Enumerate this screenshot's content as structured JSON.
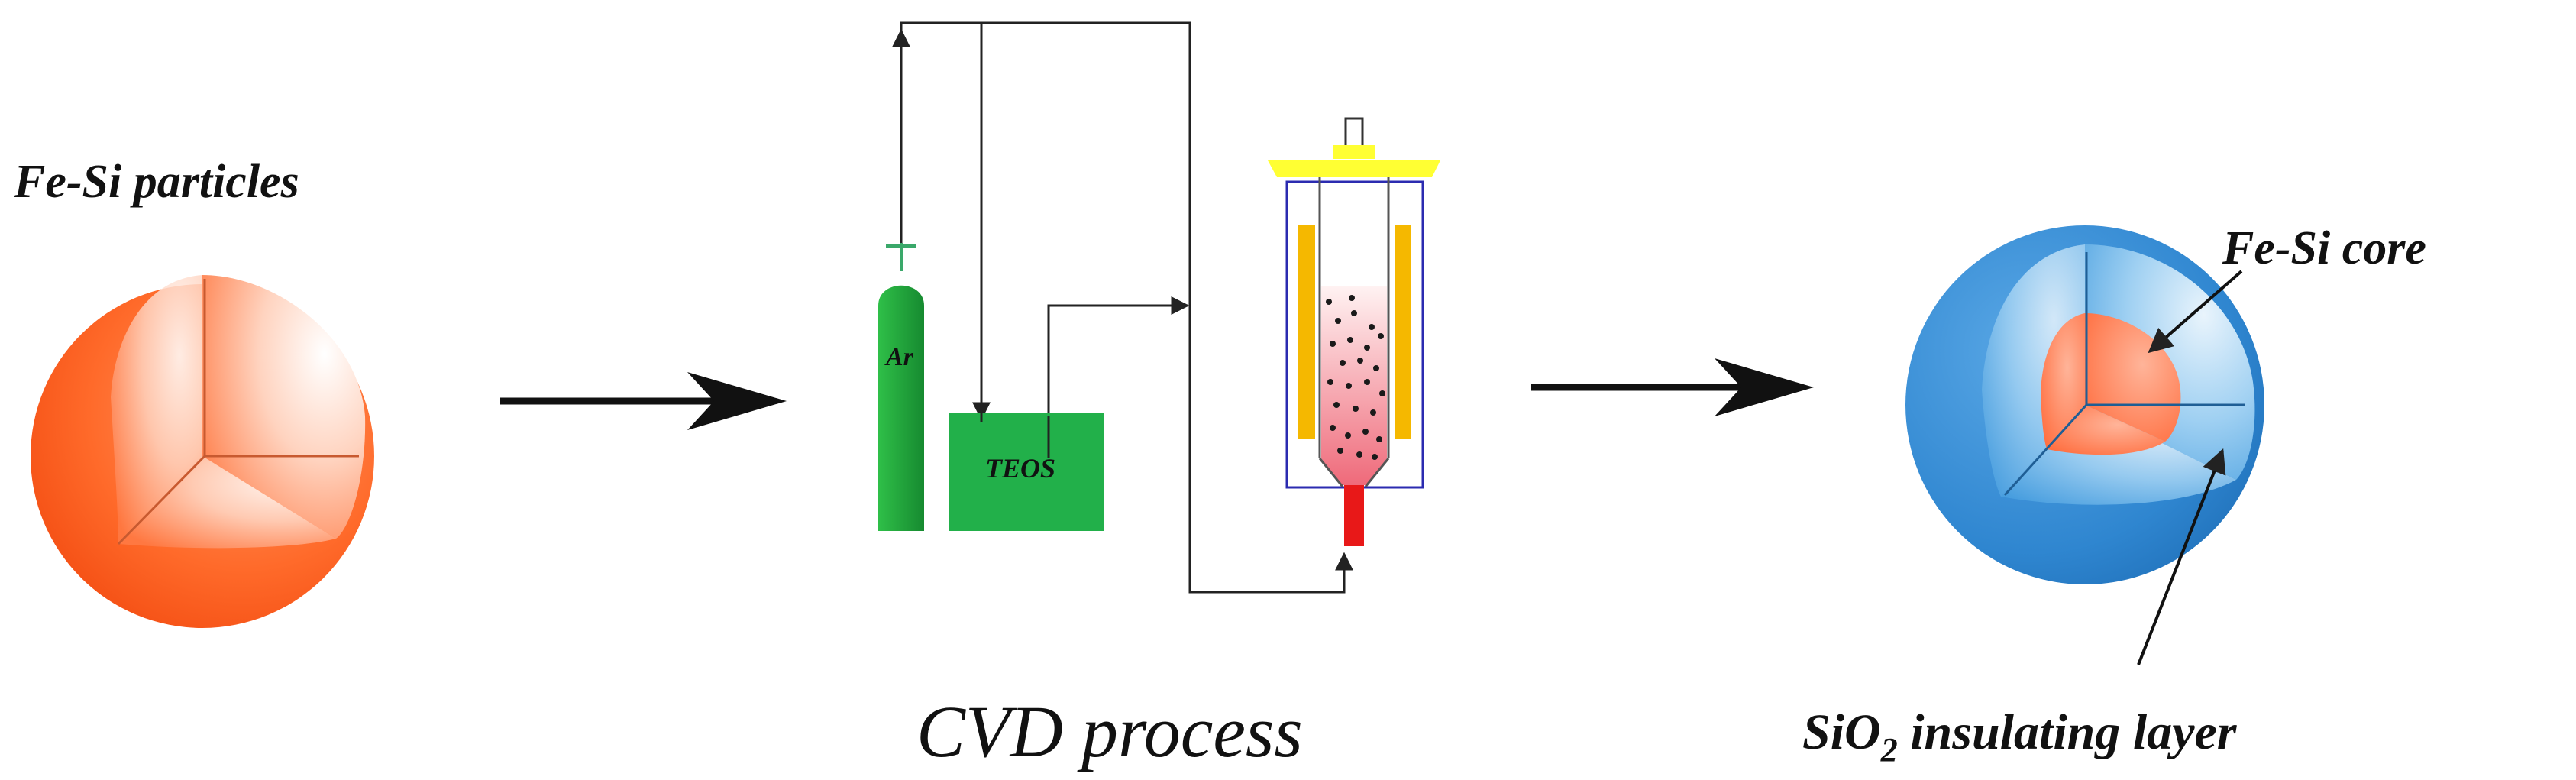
{
  "labels": {
    "fesi_particles": "Fe-Si particles",
    "cvd_process": "CVD process",
    "fesi_core": "Fe-Si core",
    "sio2_main": "SiO",
    "sio2_sub": "2",
    "sio2_rest": " insulating layer",
    "ar": "Ar",
    "teos": "TEOS"
  },
  "colors": {
    "particle_orange": "#ff6a2a",
    "shell_blue": "#2f86d0",
    "cylinder_green": "#1fa83c",
    "teos_green": "#22b04a",
    "heater_yellow": "#f5b800",
    "lid_yellow": "#ffff33",
    "reactor_blue": "#2b2bb0",
    "outlet_red": "#e81818"
  }
}
